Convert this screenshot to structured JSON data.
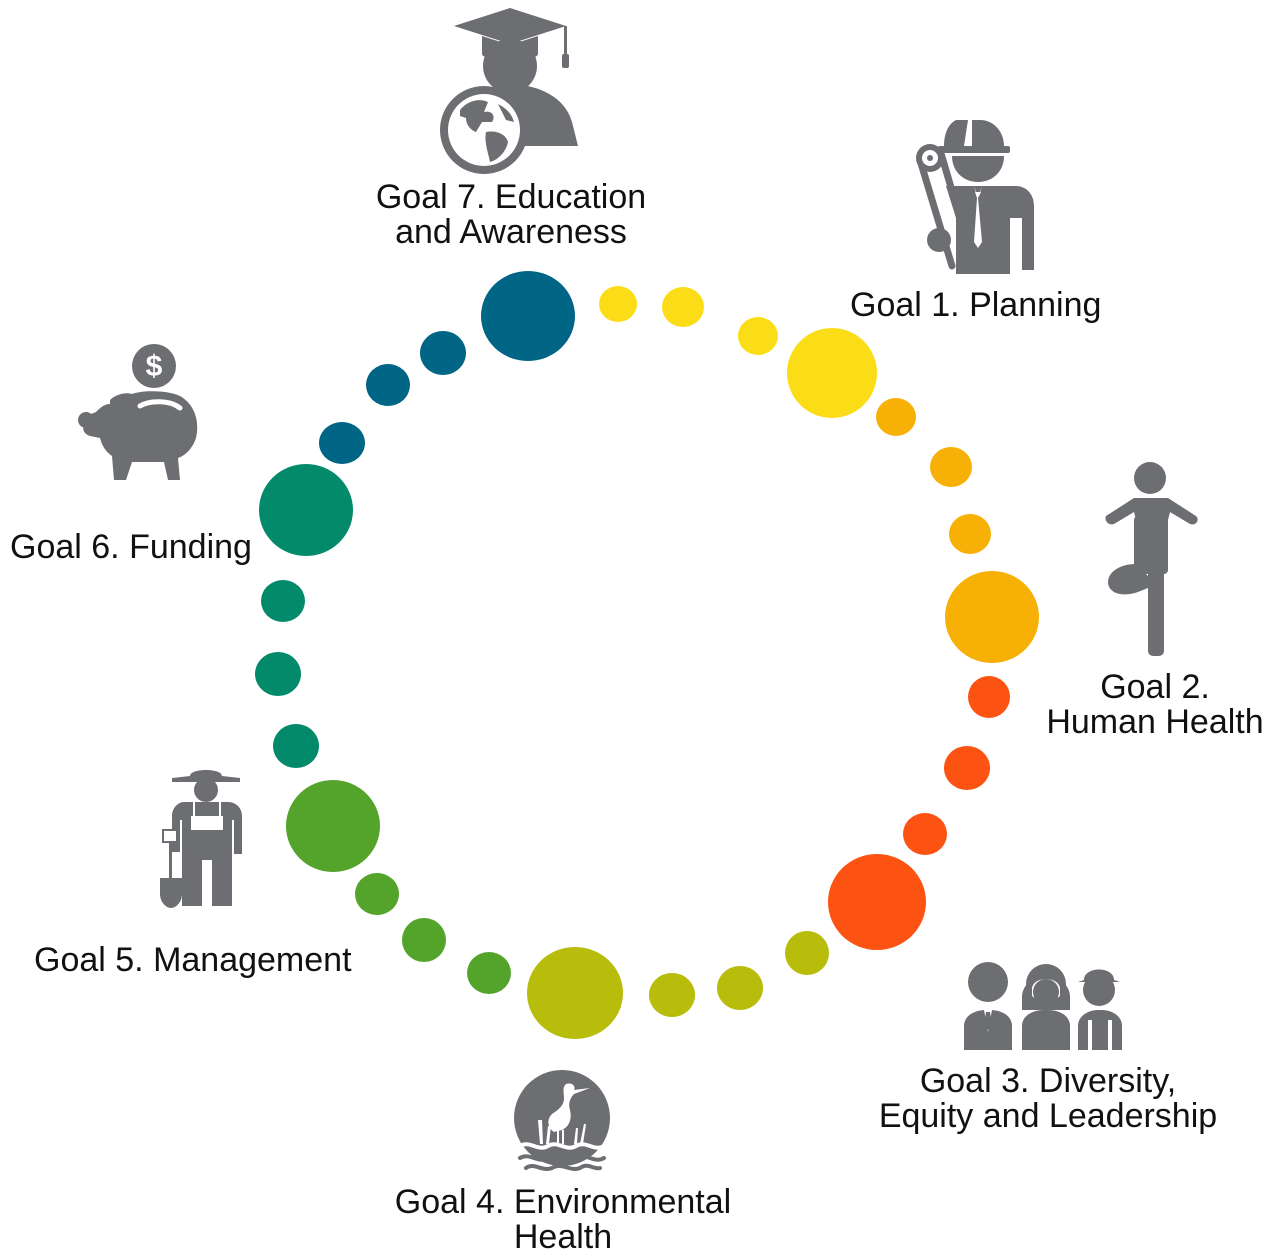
{
  "goals": [
    {
      "id": 1,
      "lines": [
        "Goal 1. Planning"
      ],
      "color": "#FBDD17",
      "icon": "engineer-with-blueprints-icon"
    },
    {
      "id": 2,
      "lines": [
        "Goal 2.",
        "Human Health"
      ],
      "color": "#F7B005",
      "icon": "yoga-tree-pose-icon"
    },
    {
      "id": 3,
      "lines": [
        "Goal 3. Diversity,",
        "Equity and Leadership"
      ],
      "color": "#FC5212",
      "icon": "group-of-people-icon"
    },
    {
      "id": 4,
      "lines": [
        "Goal 4. Environmental",
        "Health"
      ],
      "color": "#B8BC0B",
      "icon": "heron-in-wetland-icon"
    },
    {
      "id": 5,
      "lines": [
        "Goal 5. Management"
      ],
      "color": "#54A32A",
      "icon": "farmer-with-shovel-icon"
    },
    {
      "id": 6,
      "lines": [
        "Goal 6. Funding"
      ],
      "color": "#038A6A",
      "icon": "piggy-bank-icon"
    },
    {
      "id": 7,
      "lines": [
        "Goal 7. Education",
        "and Awareness"
      ],
      "color": "#016585",
      "icon": "graduate-and-globe-icon"
    }
  ],
  "icon_color": "#6D6E71"
}
